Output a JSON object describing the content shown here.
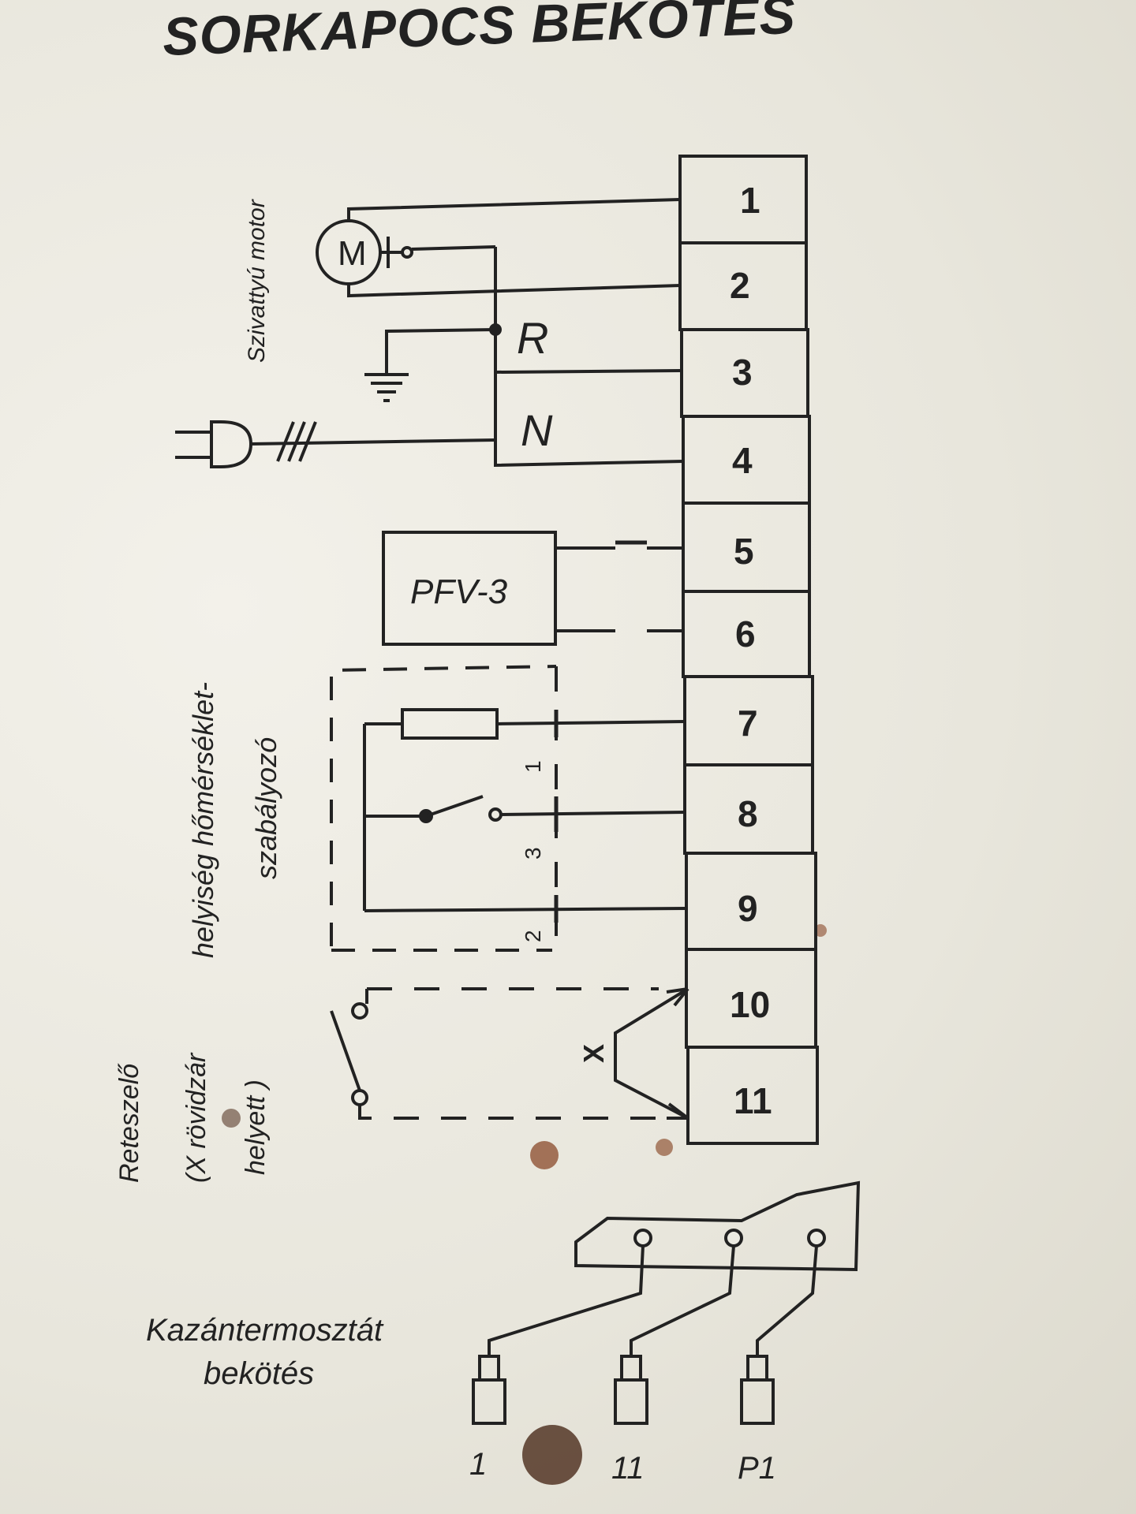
{
  "title": "SORKAPOCS BEKÖTÉS",
  "terminals": [
    "1",
    "2",
    "3",
    "4",
    "5",
    "6",
    "7",
    "8",
    "9",
    "10",
    "11"
  ],
  "labels": {
    "pump_motor": "Szivattyú motor",
    "motor_symbol": "M",
    "phase": "R",
    "neutral": "N",
    "pfv": "PFV-3",
    "room_thermostat_line1": "helyiség hőmérséklet-",
    "room_thermostat_line2": "szabályozó",
    "thermostat_pin_1": "1",
    "thermostat_pin_3": "3",
    "thermostat_pin_2": "2",
    "interlock_line1": "Reteszelő",
    "interlock_line2": "(X rövidzár",
    "interlock_line3": "helyett )",
    "short_x": "X",
    "boiler_thermostat_line1": "Kazántermosztát",
    "boiler_thermostat_line2": "bekötés",
    "connector_1": "1",
    "connector_11": "11",
    "connector_p1": "P1"
  },
  "colors": {
    "ink": "#222222",
    "paper": "#ecebe2",
    "stain": "#8a4a2a"
  }
}
